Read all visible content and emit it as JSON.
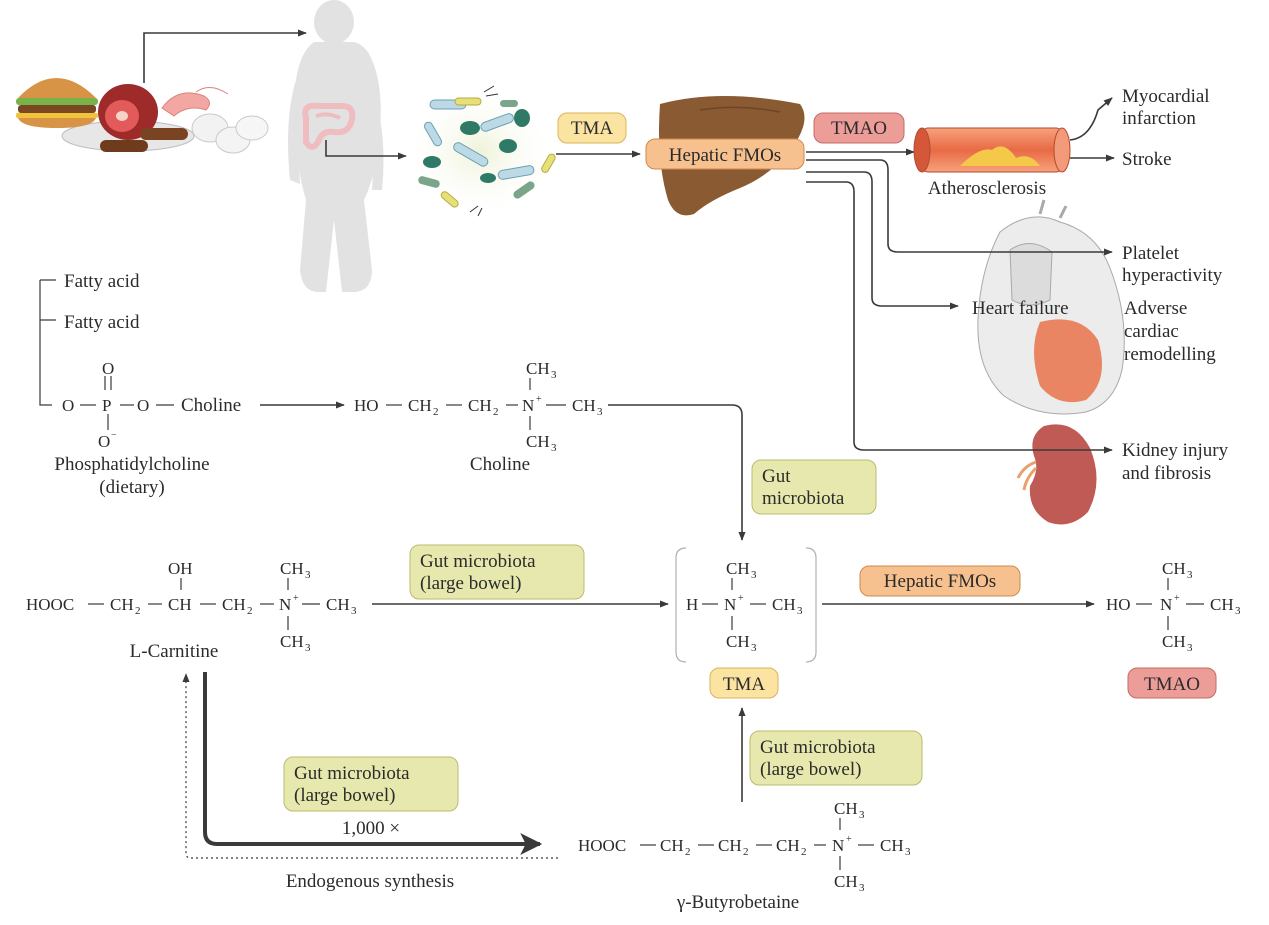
{
  "colors": {
    "tma_fill": "#fbe4a2",
    "tma_stroke": "#d8b45a",
    "tmao_fill": "#ec9d98",
    "tmao_stroke": "#c56a66",
    "fmo_fill": "#f6c08f",
    "fmo_stroke": "#d08a4e",
    "gut_fill": "#e6e8ad",
    "gut_stroke": "#b9bc6e",
    "liver": "#8a5a33",
    "kidney": "#c05a55",
    "artery": "#e97a52",
    "arrow": "#3a3a3a",
    "silhouette": "#e2e2e2"
  },
  "top_pathway": {
    "tma_badge": "TMA",
    "tmao_badge": "TMAO",
    "liver_label": "Hepatic FMOs",
    "artery_label": "Atherosclerosis",
    "outcomes": {
      "mi_line1": "Myocardial",
      "mi_line2": "infarction",
      "stroke": "Stroke",
      "platelet_line1": "Platelet",
      "platelet_line2": "hyperactivity",
      "heart_failure": "Heart failure",
      "remodel_line1": "Adverse",
      "remodel_line2": "cardiac",
      "remodel_line3": "remodelling",
      "kidney_line1": "Kidney injury",
      "kidney_line2": "and fibrosis"
    }
  },
  "phosphatidylcholine": {
    "fatty_acid_1": "Fatty acid",
    "fatty_acid_2": "Fatty acid",
    "choline_group": "Choline",
    "name_line1": "Phosphatidylcholine",
    "name_line2": "(dietary)"
  },
  "choline": {
    "name": "Choline"
  },
  "gut_choline_badge": {
    "line1": "Gut",
    "line2": "microbiota"
  },
  "carnitine": {
    "name": "L-Carnitine"
  },
  "gut_carnitine_badge": {
    "line1": "Gut microbiota",
    "line2": "(large bowel)"
  },
  "tma_center": {
    "badge": "TMA"
  },
  "hepatic_badge": {
    "label": "Hepatic FMOs"
  },
  "tmao_right": {
    "badge": "TMAO"
  },
  "gut_butyro_badge": {
    "line1": "Gut microbiota",
    "line2": "(large bowel)"
  },
  "gut_lower_badge": {
    "line1": "Gut microbiota",
    "line2": "(large bowel)"
  },
  "fold_label": "1,000 ×",
  "endogenous_label": "Endogenous synthesis",
  "butyrobetaine": {
    "name": "γ-Butyrobetaine"
  }
}
